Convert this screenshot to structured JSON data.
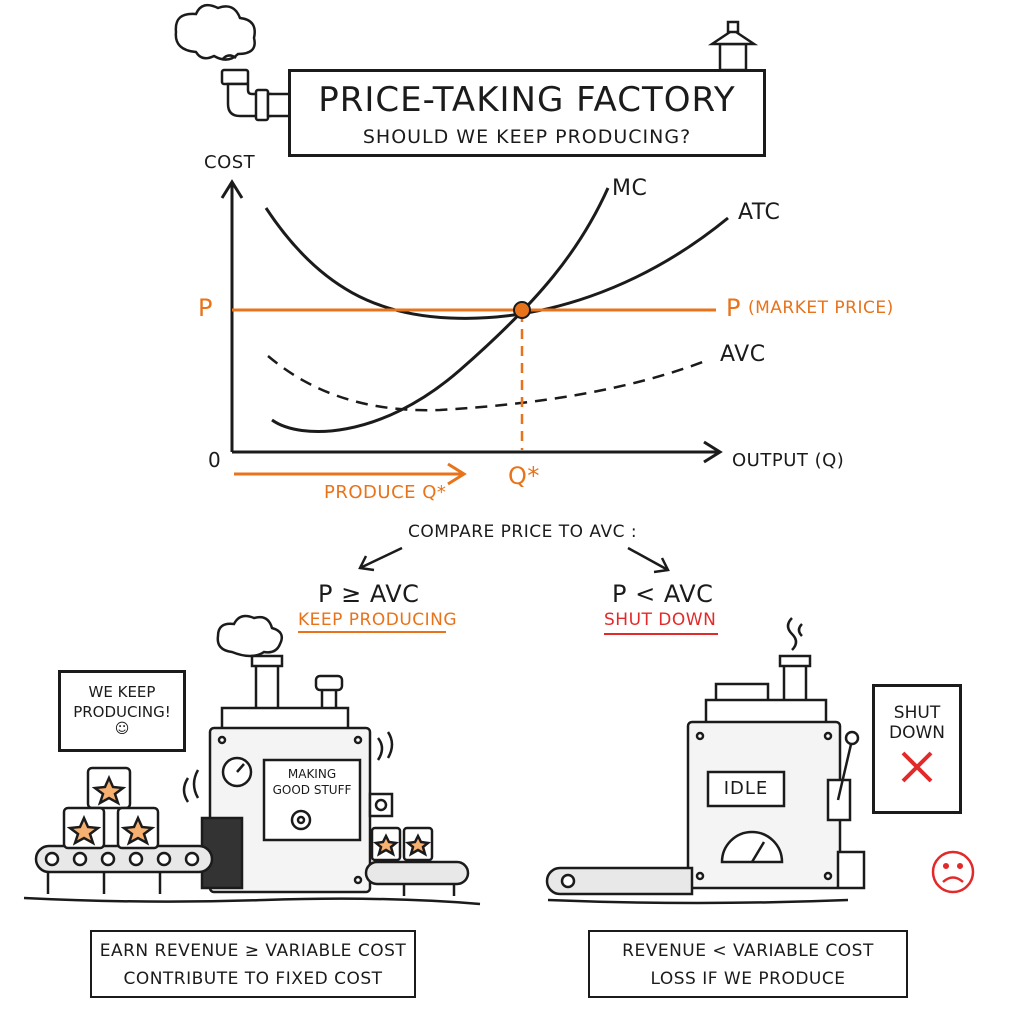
{
  "header": {
    "title": "PRICE-TAKING FACTORY",
    "subtitle": "SHOULD WE KEEP PRODUCING?"
  },
  "graph": {
    "y_axis_label": "COST",
    "x_axis_label": "OUTPUT (Q)",
    "origin_label": "0",
    "price_label": "P",
    "price_line_label": "P",
    "market_price_note": "(MARKET PRICE)",
    "mc_label": "MC",
    "atc_label": "ATC",
    "avc_label": "AVC",
    "qstar_label": "Q*",
    "produce_label": "PRODUCE Q*"
  },
  "decision": {
    "prompt": "COMPARE PRICE TO AVC :",
    "left_condition": "P ≥ AVC",
    "left_action": "KEEP PRODUCING",
    "right_condition": "P < AVC",
    "right_action": "SHUT DOWN"
  },
  "left_factory": {
    "sign_line1": "WE KEEP",
    "sign_line2": "PRODUCING!",
    "sign_smile": "☺",
    "panel_line1": "MAKING",
    "panel_line2": "GOOD STUFF",
    "note_line1": "EARN REVENUE ≥ VARIABLE COST",
    "note_line2": "CONTRIBUTE TO FIXED COST"
  },
  "right_factory": {
    "panel_label": "IDLE",
    "sign_line1": "SHUT",
    "sign_line2": "DOWN",
    "note_line1": "REVENUE < VARIABLE COST",
    "note_line2": "LOSS IF WE PRODUCE"
  },
  "colors": {
    "ink": "#1b1b1b",
    "accent_orange": "#e8731a",
    "accent_red": "#e22a2a"
  }
}
